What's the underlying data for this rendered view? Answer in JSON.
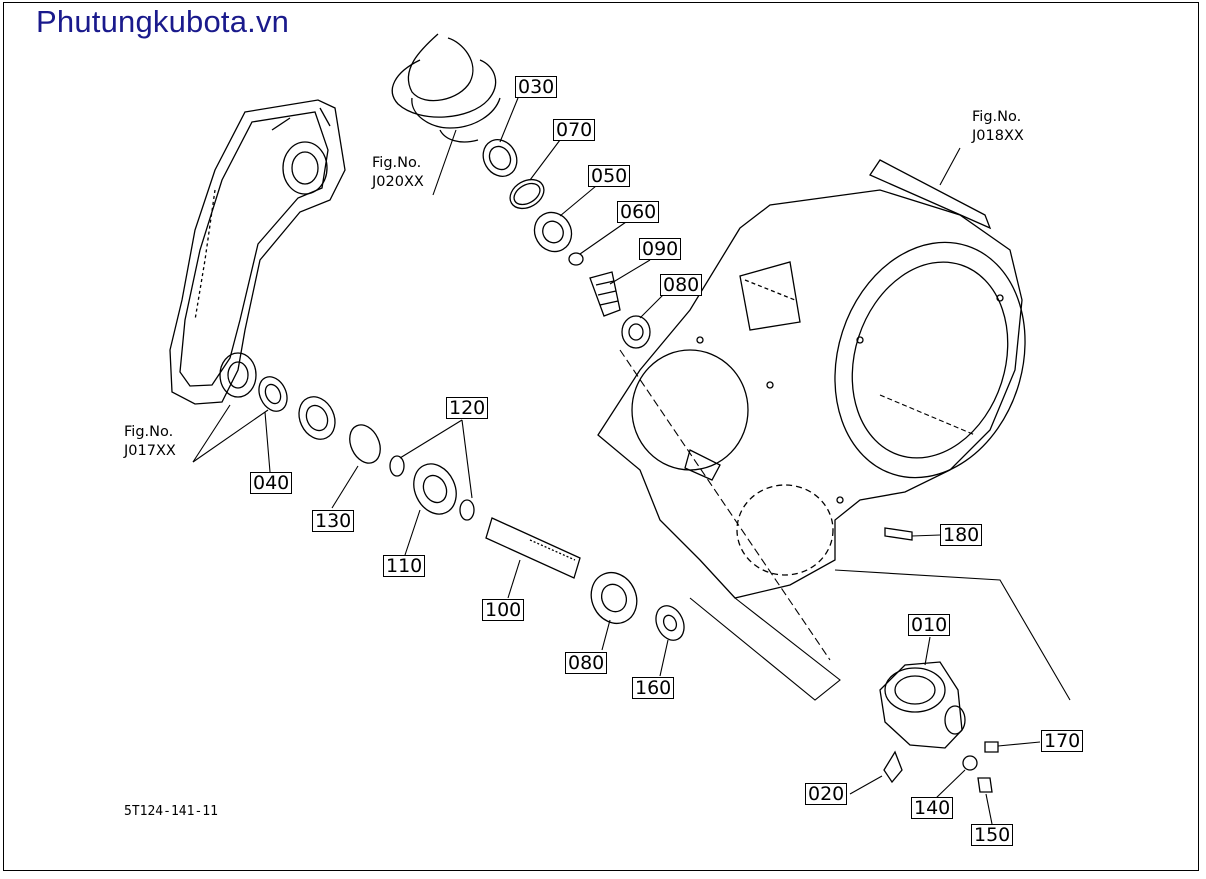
{
  "watermark": "Phutungkubota.vn",
  "drawing_number": "5T124-141-11",
  "fig_refs": [
    {
      "id": "j020",
      "label": "Fig.No.",
      "code": "J020XX"
    },
    {
      "id": "j018",
      "label": "Fig.No.",
      "code": "J018XX"
    },
    {
      "id": "j017",
      "label": "Fig.No.",
      "code": "J017XX"
    }
  ],
  "callouts": {
    "p030": "030",
    "p070": "070",
    "p050": "050",
    "p060": "060",
    "p090": "090",
    "p080a": "080",
    "p120": "120",
    "p040": "040",
    "p130": "130",
    "p110": "110",
    "p100": "100",
    "p080b": "080",
    "p160": "160",
    "p180": "180",
    "p010": "010",
    "p170": "170",
    "p020": "020",
    "p140": "140",
    "p150": "150"
  }
}
